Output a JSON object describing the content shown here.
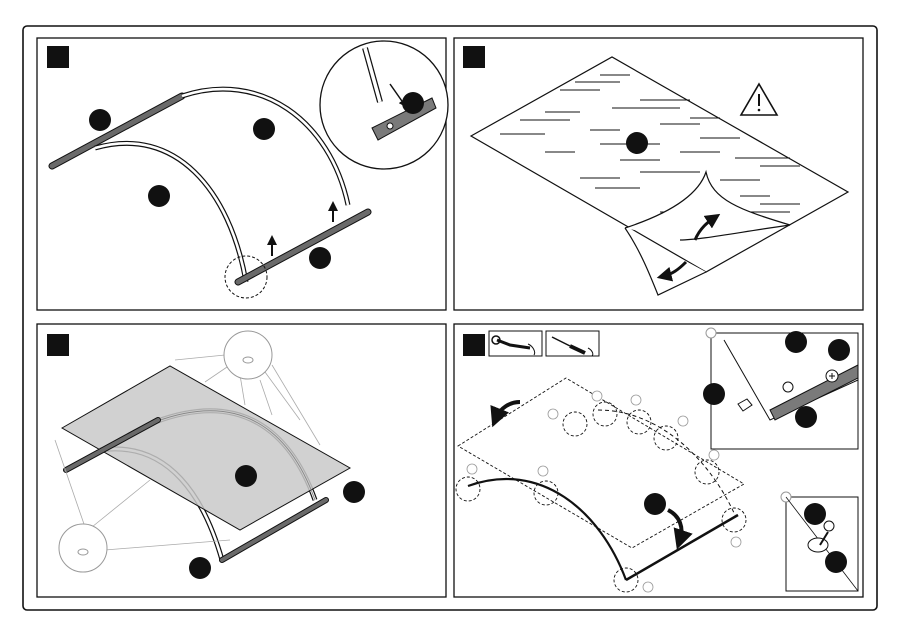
{
  "panels": [
    {
      "id": "step-1",
      "step_marker": "",
      "callouts": [
        "",
        "",
        "",
        "",
        ""
      ]
    },
    {
      "id": "step-2",
      "step_marker": "",
      "callouts": [
        ""
      ],
      "icons": [
        "warning-icon",
        "curved-arrow-icon"
      ]
    },
    {
      "id": "step-3",
      "step_marker": "",
      "callouts": [
        "",
        ""
      ]
    },
    {
      "id": "step-4",
      "step_marker": "",
      "callouts": [
        "",
        "",
        "",
        "",
        "",
        ""
      ],
      "tool_icons": [
        "wrench-icon",
        "screwdriver-icon"
      ]
    }
  ],
  "colors": {
    "ink": "#111111",
    "sheet": "#c9c9c9",
    "rail": "#5a5a5a",
    "paper": "#ffffff"
  }
}
